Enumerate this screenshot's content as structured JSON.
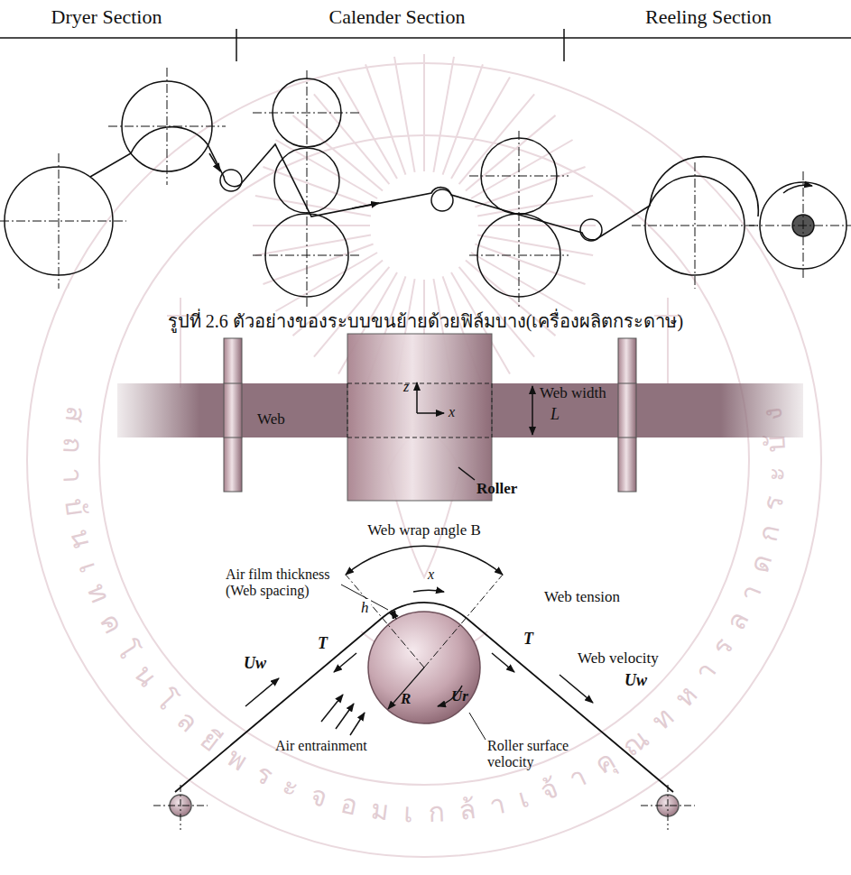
{
  "diagram": {
    "caption": "รูปที่ 2.6 ตัวอย่างของระบบขนย้ายด้วยฟิล์มบาง(เครื่องผลิตกระดาษ)",
    "labels": [
      "Dryer Section",
      "Calender Section",
      "Reeling Section",
      "Web width",
      "L",
      "z",
      "x",
      "Web",
      "Roller",
      "Web wrap angle B",
      "Air film thickness (Web spacing)",
      "h",
      "x",
      "T",
      "Web tension",
      "T",
      "Web velocity",
      "Uw",
      "Uw",
      "Air entrainment",
      "R",
      "Ur",
      "Roller surface velocity",
      "สถาบันเทคโนโลยีพระจอมเกล้าเจ้าคุณทหารลาดกระบัง"
    ]
  }
}
